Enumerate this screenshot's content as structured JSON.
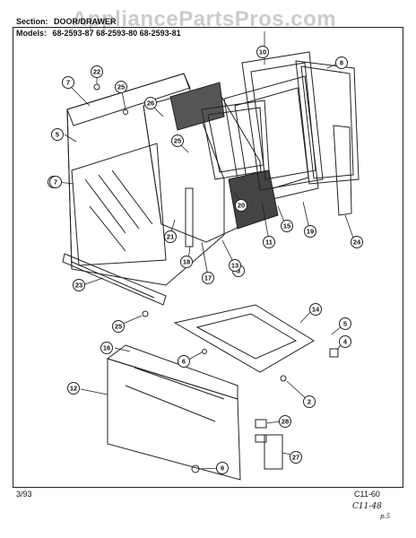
{
  "header": {
    "section_label": "Section:",
    "section_value": "DOOR/DRAWER",
    "models_label": "Models:",
    "models_value": "68-2593-87  68-2593-80  68-2593-81"
  },
  "watermark": "AppliancePartsPros.com",
  "callouts": [
    "1",
    "2",
    "3",
    "4",
    "5",
    "5",
    "6",
    "7",
    "7",
    "8",
    "9",
    "10",
    "11",
    "12",
    "13",
    "14",
    "15",
    "16",
    "17",
    "18",
    "19",
    "20",
    "21",
    "22",
    "23",
    "24",
    "25",
    "25",
    "25",
    "26",
    "27",
    "28"
  ],
  "footer": {
    "date": "3/93",
    "page_code": "C11-60",
    "handwritten_code": "C11-48",
    "handwritten_note": "p.5"
  },
  "colors": {
    "line": "#222222",
    "watermark": "#a0a0a0"
  }
}
